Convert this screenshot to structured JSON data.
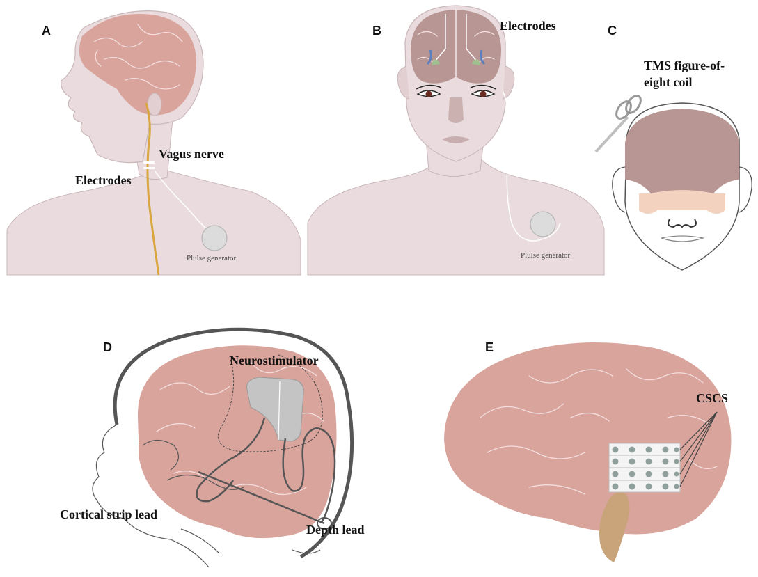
{
  "figure": {
    "panels": [
      {
        "letter": "A",
        "labels": {
          "nerve": "Vagus nerve",
          "electrodes": "Electrodes",
          "generator": "Plulse generator"
        }
      },
      {
        "letter": "B",
        "labels": {
          "electrodes": "Electrodes",
          "generator": "Plulse generator"
        }
      },
      {
        "letter": "C",
        "labels": {
          "coil_line1": "TMS figure-of-",
          "coil_line2": "eight coil"
        }
      },
      {
        "letter": "D",
        "labels": {
          "neurostimulator": "Neurostimulator",
          "strip": "Cortical strip lead",
          "depth": "Depth lead"
        }
      },
      {
        "letter": "E",
        "labels": {
          "cscs": "CSCS"
        }
      }
    ]
  },
  "colors": {
    "skin": "#eadcde",
    "brain": "#d9a49c",
    "brain_dark": "#c98f88",
    "nerve": "#d9a640",
    "device": "#c4c4c4",
    "cerebellum": "#c9a47a"
  }
}
